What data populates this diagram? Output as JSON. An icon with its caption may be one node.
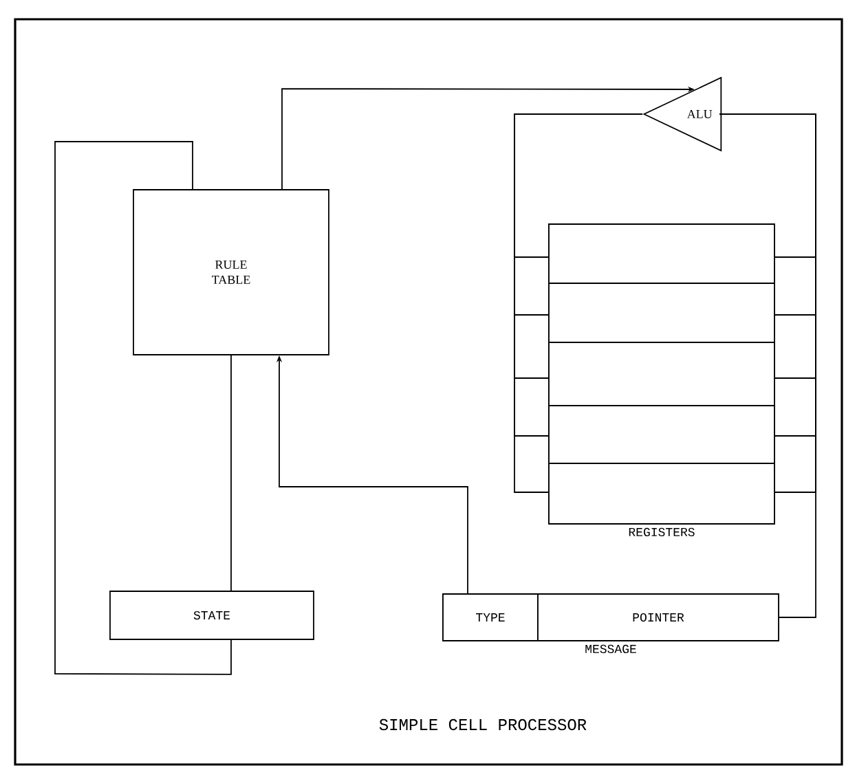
{
  "diagram": {
    "title": "SIMPLE CELL PROCESSOR",
    "nodes": [
      {
        "text": [
          "RULE TABLE"
        ]
      },
      {
        "text": [
          "ALU"
        ]
      },
      {
        "text": [
          "REGISTERS"
        ]
      },
      {
        "text": [],
        "shape": "box",
        "in": 2
      },
      {
        "text": [],
        "shape": "box",
        "in": 2
      },
      {
        "text": [],
        "shape": "box",
        "in": 2
      },
      {
        "text": [],
        "shape": "box",
        "in": 2
      },
      {
        "text": [],
        "shape": "box",
        "in": 2
      },
      {
        "text": [
          "STATE"
        ]
      },
      {
        "text": [
          "MESSAGE"
        ]
      },
      {
        "text": [
          "TYPE"
        ],
        "in": 9
      },
      {
        "text": [
          "POINTER"
        ],
        "in": 9
      }
    ],
    "edges": [
      {
        "from": 0,
        "to": 1,
        "arrow": "to"
      },
      {
        "from": 8,
        "to": 0,
        "arrow": "none"
      },
      {
        "from": 8,
        "to": 0,
        "arrow": "none"
      },
      {
        "from": 10,
        "to": 0,
        "arrow": "to"
      },
      {
        "from": 1,
        "to": 3,
        "arrow": "none"
      },
      {
        "from": 1,
        "to": 4,
        "arrow": "none"
      },
      {
        "from": 1,
        "to": 5,
        "arrow": "none"
      },
      {
        "from": 1,
        "to": 6,
        "arrow": "none"
      },
      {
        "from": 1,
        "to": 7,
        "arrow": "none"
      },
      {
        "from": 3,
        "to": 1,
        "arrow": "none"
      },
      {
        "from": 4,
        "to": 1,
        "arrow": "none"
      },
      {
        "from": 5,
        "to": 1,
        "arrow": "none"
      },
      {
        "from": 6,
        "to": 1,
        "arrow": "none"
      },
      {
        "from": 7,
        "to": 1,
        "arrow": "none"
      },
      {
        "from": 11,
        "to": 1,
        "arrow": "none"
      }
    ]
  }
}
